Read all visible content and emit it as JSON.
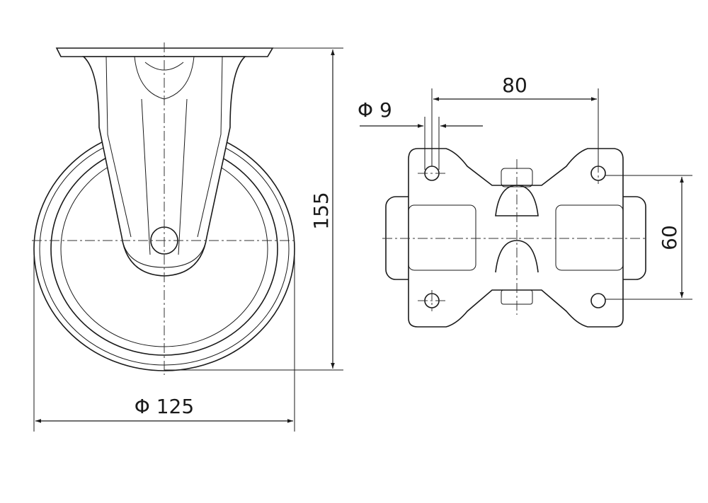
{
  "dimensions": {
    "height": "155",
    "wheel_diameter": "Φ 125",
    "hole_spacing_x": "80",
    "hole_diameter": "Φ 9",
    "hole_spacing_y": "60"
  }
}
